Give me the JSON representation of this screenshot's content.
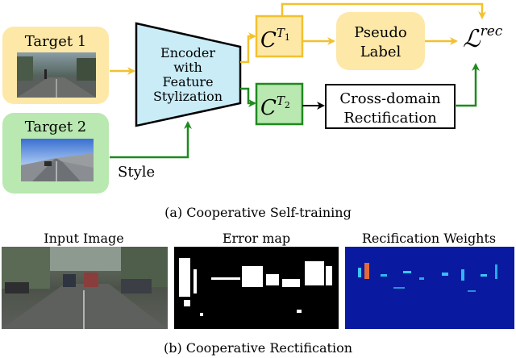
{
  "part_a": {
    "target1_label": "Target 1",
    "target2_label": "Target 2",
    "encoder_line1": "Encoder",
    "encoder_line2": "with",
    "encoder_line3": "Feature",
    "encoder_line4": "Stylization",
    "ct1_base": "C",
    "ct1_sup": "T",
    "ct1_sub": "1",
    "ct2_base": "C",
    "ct2_sup": "T",
    "ct2_sub": "2",
    "pseudo_line1": "Pseudo",
    "pseudo_line2": "Label",
    "crossdomain_line1": "Cross-domain",
    "crossdomain_line2": "Rectification",
    "loss_symbol": "ℒ",
    "loss_sup": "rec",
    "style_label": "Style",
    "caption": "(a) Cooperative Self-training"
  },
  "part_b": {
    "input_title": "Input Image",
    "error_title": "Error map",
    "weights_title": "Recification Weights",
    "caption": "(b) Cooperative Rectification"
  },
  "colors": {
    "yellow_fill": "#fde8a8",
    "yellow_arrow": "#f2c12e",
    "green_fill": "#b9e8b1",
    "green_stroke": "#1e8a1e",
    "encoder_fill": "#c9ecf7",
    "weights_bg": "#0a1aa0"
  }
}
